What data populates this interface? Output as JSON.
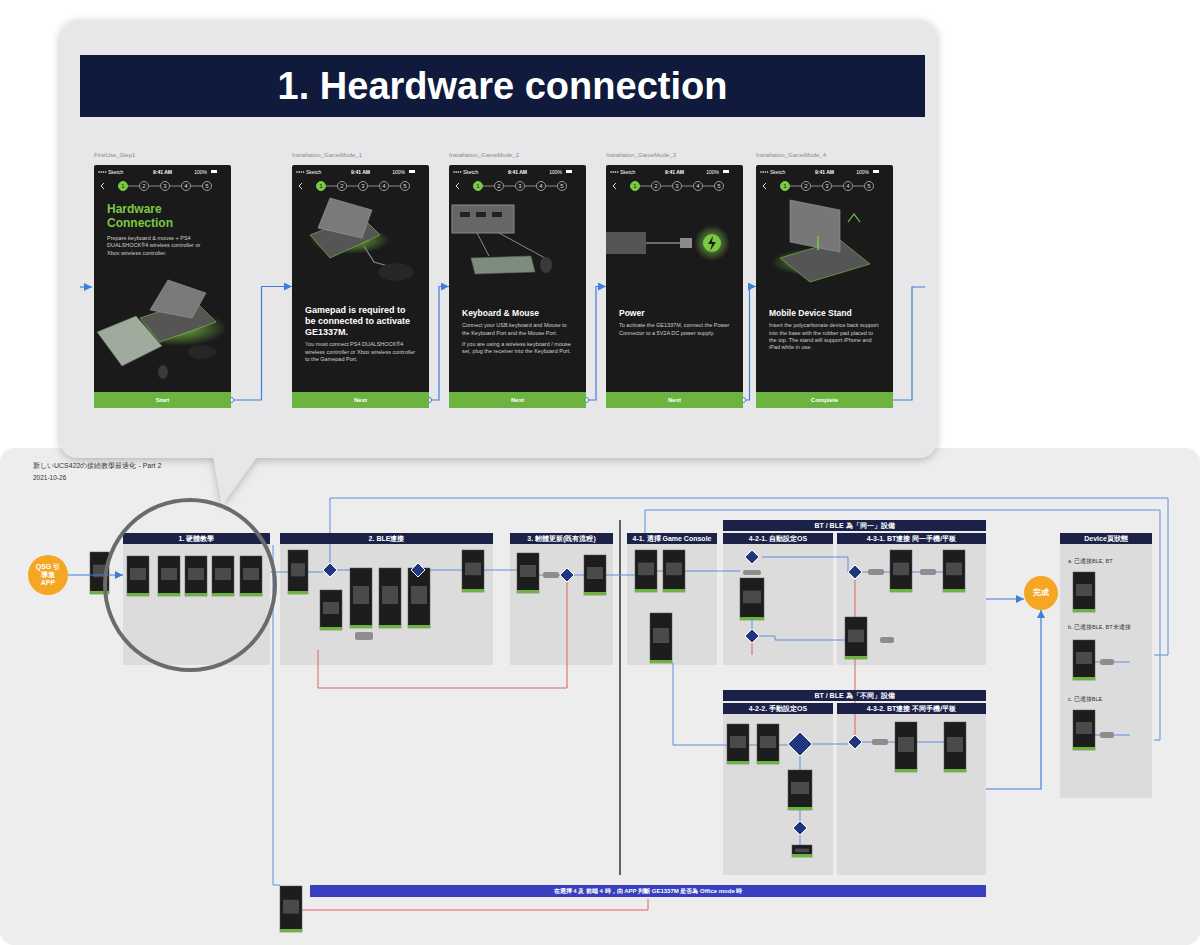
{
  "diagram": {
    "title": "1. Heardware connection",
    "nodes": [
      {
        "text": [
          "FirstUse_Step1",
          "Sketch",
          "9:41 AM",
          "100%",
          "Hardware Connection",
          "Prepare keyboard & mouse + PS4 DUALSHOCK®4 wireless controller or Xbox wireless controller."
        ]
      },
      {
        "text": [
          "1"
        ],
        "in": 0
      },
      {
        "text": [
          "2"
        ],
        "in": 0
      },
      {
        "text": [
          "3"
        ],
        "in": 0
      },
      {
        "text": [
          "4"
        ],
        "in": 0
      },
      {
        "text": [
          "5"
        ],
        "in": 0
      },
      {
        "text": [
          "Start"
        ],
        "in": 0
      },
      {
        "text": [
          "Installation_GameMode_1",
          "Sketch",
          "9:41 AM",
          "100%",
          "Gamepad is required to be connected to activate GE1337M.",
          "You must connect PS4 DUALSHOCK®4 wireless controller or Xbox wireless controller to the Gamepad Port."
        ]
      },
      {
        "text": [
          "1"
        ],
        "in": 7
      },
      {
        "text": [
          "2"
        ],
        "in": 7
      },
      {
        "text": [
          "3"
        ],
        "in": 7
      },
      {
        "text": [
          "4"
        ],
        "in": 7
      },
      {
        "text": [
          "5"
        ],
        "in": 7
      },
      {
        "text": [
          "Next"
        ],
        "in": 7
      },
      {
        "text": [
          "Installation_GameMode_2",
          "Sketch",
          "9:41 AM",
          "100%",
          "Keyboard & Mouse",
          "Connect your USB keyboard and Mouse to the Keyboard Port and the Mouse Port.",
          "If you are using a wireless keyboard / mouse set, plug the receiver into the Keyboard Port."
        ]
      },
      {
        "text": [
          "1"
        ],
        "in": 14
      },
      {
        "text": [
          "2"
        ],
        "in": 14
      },
      {
        "text": [
          "3"
        ],
        "in": 14
      },
      {
        "text": [
          "4"
        ],
        "in": 14
      },
      {
        "text": [
          "5"
        ],
        "in": 14
      },
      {
        "text": [
          "Next"
        ],
        "in": 14
      },
      {
        "text": [
          "Installation_GameMode_3",
          "Sketch",
          "9:41 AM",
          "100%",
          "Power",
          "To activate the GE1337M, connect the Power Connector to a 5V2A DC power supply."
        ]
      },
      {
        "text": [
          "1"
        ],
        "in": 21
      },
      {
        "text": [
          "2"
        ],
        "in": 21
      },
      {
        "text": [
          "3"
        ],
        "in": 21
      },
      {
        "text": [
          "4"
        ],
        "in": 21
      },
      {
        "text": [
          "5"
        ],
        "in": 21
      },
      {
        "text": [
          "Next"
        ],
        "in": 21
      },
      {
        "text": [
          "Installation_GameMode_4",
          "Sketch",
          "9:41 AM",
          "100%",
          "Mobile Device Stand",
          "Insert the polycarbonate device back support into the base with the rubber pad placed to the top. The stand will support iPhone and iPad while in use."
        ]
      },
      {
        "text": [
          "1"
        ],
        "in": 28
      },
      {
        "text": [
          "2"
        ],
        "in": 28
      },
      {
        "text": [
          "3"
        ],
        "in": 28
      },
      {
        "text": [
          "4"
        ],
        "in": 28
      },
      {
        "text": [
          "5"
        ],
        "in": 28
      },
      {
        "text": [
          "Complete"
        ],
        "in": 28
      },
      {
        "text": [
          "QSG 引導進 APP"
        ]
      },
      {
        "text": [
          "1. 硬體教學"
        ]
      },
      {
        "text": [
          "2. BLE連接"
        ]
      },
      {
        "text": [
          "3. 韌體更新(既有流程)"
        ]
      },
      {
        "text": [
          "4-1. 選擇 Game Console"
        ]
      },
      {
        "text": [
          "BT / BLE 為「同一」設備"
        ]
      },
      {
        "text": [
          "4-2-1. 自動設定OS"
        ]
      },
      {
        "text": [
          "4-3-1. BT連接 同一手機/平板"
        ]
      },
      {
        "text": [
          "BT / BLE 為「不同」設備"
        ]
      },
      {
        "text": [
          "4-2-2. 手動設定OS"
        ]
      },
      {
        "text": [
          "4-3-2. BT連接 不同手機/平板"
        ]
      },
      {
        "text": [
          "完成"
        ]
      },
      {
        "text": [
          "Device頁狀態"
        ]
      },
      {
        "text": [
          "在選擇 4 及 前端 4 時，由 APP 判斷 GE1337M 是否為 Office mode 時"
        ]
      }
    ],
    "edges": [
      {
        "from": 1,
        "to": 2,
        "arrow": "none"
      },
      {
        "from": 2,
        "to": 3,
        "arrow": "none"
      },
      {
        "from": 3,
        "to": 4,
        "arrow": "none"
      },
      {
        "from": 4,
        "to": 5,
        "arrow": "none"
      },
      {
        "from": 8,
        "to": 9,
        "arrow": "none"
      },
      {
        "from": 9,
        "to": 10,
        "arrow": "none"
      },
      {
        "from": 10,
        "to": 11,
        "arrow": "none"
      },
      {
        "from": 11,
        "to": 12,
        "arrow": "none"
      },
      {
        "from": 15,
        "to": 16,
        "arrow": "none"
      },
      {
        "from": 16,
        "to": 17,
        "arrow": "none"
      },
      {
        "from": 17,
        "to": 18,
        "arrow": "none"
      },
      {
        "from": 18,
        "to": 19,
        "arrow": "none"
      },
      {
        "from": 22,
        "to": 23,
        "arrow": "none"
      },
      {
        "from": 23,
        "to": 24,
        "arrow": "none"
      },
      {
        "from": 24,
        "to": 25,
        "arrow": "none"
      },
      {
        "from": 25,
        "to": 26,
        "arrow": "none"
      },
      {
        "from": 29,
        "to": 30,
        "arrow": "none"
      },
      {
        "from": 30,
        "to": 31,
        "arrow": "none"
      },
      {
        "from": 31,
        "to": 32,
        "arrow": "none"
      },
      {
        "from": 32,
        "to": 33,
        "arrow": "none"
      },
      {
        "from": 6,
        "to": 7,
        "arrow": "to"
      },
      {
        "from": 13,
        "to": 14,
        "arrow": "to"
      },
      {
        "from": 20,
        "to": 21,
        "arrow": "to"
      },
      {
        "from": 27,
        "to": 28,
        "arrow": "to"
      },
      {
        "from": 35,
        "to": 36,
        "arrow": "to"
      },
      {
        "from": 42,
        "to": 46,
        "arrow": "to"
      },
      {
        "from": 45,
        "to": 46,
        "arrow": "to"
      }
    ],
    "labels": [
      "新しいUCS422の接続教學最適化 - Part 2",
      "2021-10-26",
      "a. 已連接BLE, BT",
      "b. 已連接BLE, BT未連接",
      "c. 已連接BLE"
    ]
  }
}
